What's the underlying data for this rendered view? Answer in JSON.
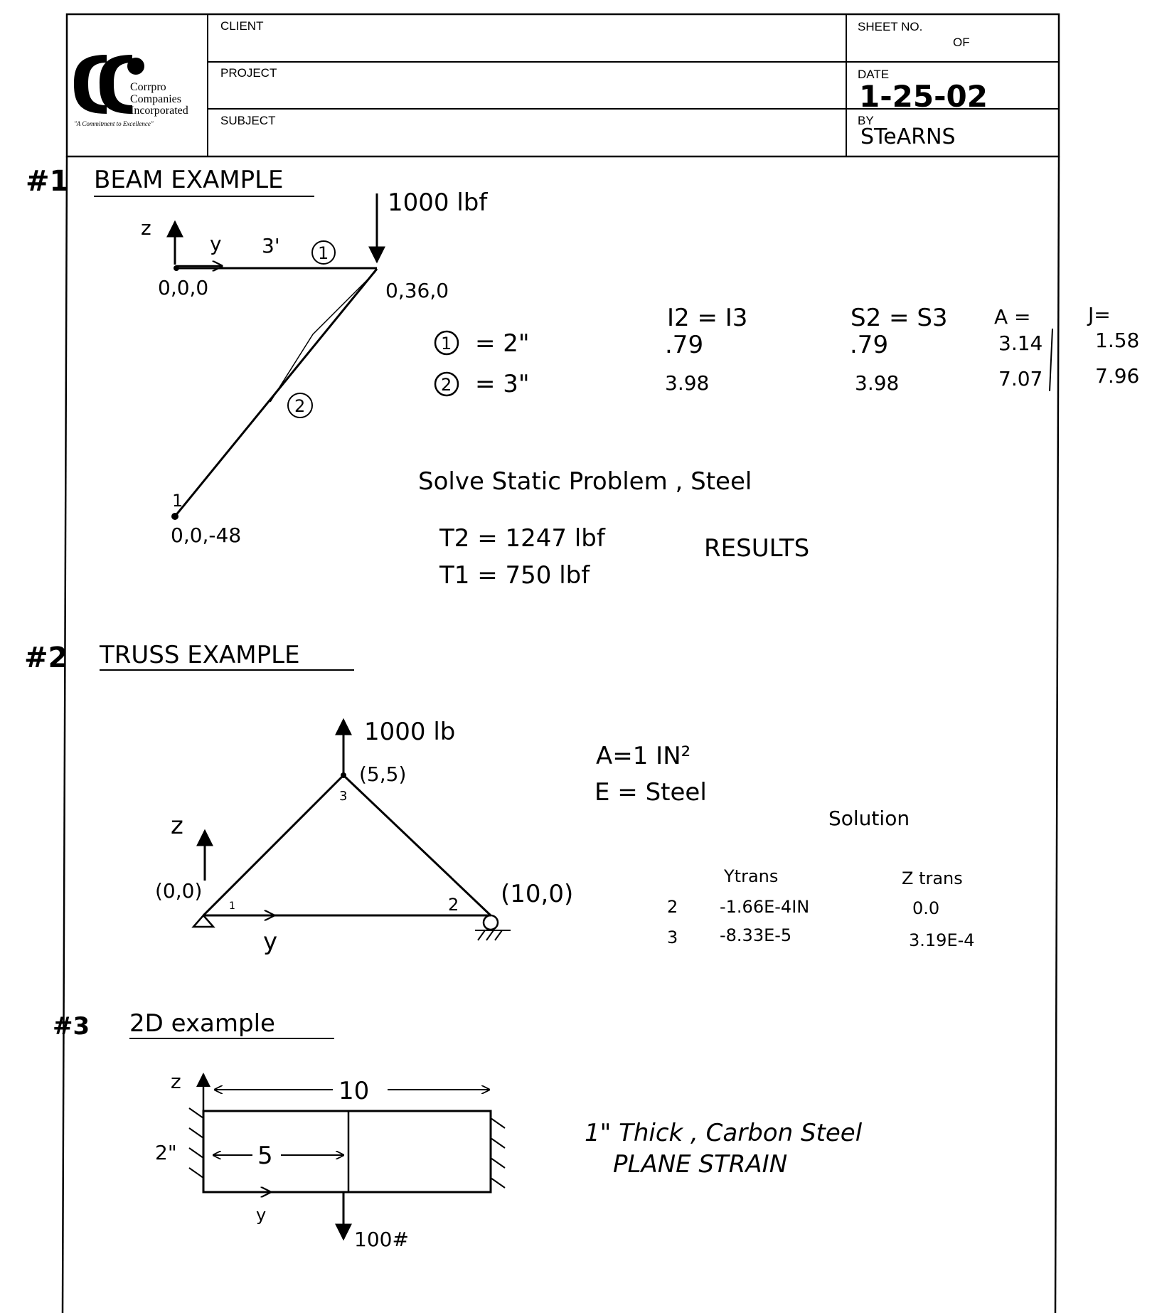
{
  "header": {
    "client_label": "CLIENT",
    "project_label": "PROJECT",
    "subject_label": "SUBJECT",
    "sheet_no_label": "SHEET NO.",
    "of_label": "OF",
    "date_label": "DATE",
    "date_value": "1-25-02",
    "by_label": "BY",
    "by_value": "STeARNS"
  },
  "logo": {
    "line1": "Corrpro",
    "line2": "Companies",
    "line3": "Incorporated",
    "tagline": "\"A Commitment to Excellence\""
  },
  "example1": {
    "number": "#1",
    "title": "BEAM EXAMPLE",
    "load": "1000 lbf",
    "axis_z": "z",
    "axis_y": "y",
    "length": "3'",
    "member1_tag": "1",
    "member2_tag": "2",
    "node_origin": "0,0,0",
    "node_tip": "0,36,0",
    "node_base_num": "1",
    "node_base": "0,0,-48",
    "prop_i": "I2 = I3",
    "prop_s": "S2 = S3",
    "prop_a": "A =",
    "prop_j": "J=",
    "row1_eq": "= 2\"",
    "row1_i": ".79",
    "row1_s": ".79",
    "row1_a": "3.14",
    "row1_j": "1.58",
    "row2_eq": "= 3\"",
    "row2_i": "3.98",
    "row2_s": "3.98",
    "row2_a": "7.07",
    "row2_j": "7.96",
    "solve": "Solve Static Problem , Steel",
    "t2": "T2 = 1247 lbf",
    "t1": "T1 = 750 lbf",
    "results": "RESULTS"
  },
  "example2": {
    "number": "#2",
    "title": "TRUSS EXAMPLE",
    "load": "1000 lb",
    "apex": "(5,5)",
    "node3": "3",
    "axis_z": "z",
    "axis_y": "y",
    "left_node": "(0,0)",
    "node1": "1",
    "node2": "2",
    "right_node": "(10,0)",
    "area": "A=1 IN²",
    "material": "E = Steel",
    "solution": "Solution",
    "col_y": "Ytrans",
    "col_z": "Z trans",
    "rows": [
      {
        "node": "2",
        "y": "-1.66E-4IN",
        "z": "0.0"
      },
      {
        "node": "3",
        "y": "-8.33E-5",
        "z": "3.19E-4"
      }
    ]
  },
  "example3": {
    "number": "#3",
    "title": "2D example",
    "axis_z": "z",
    "axis_y": "y",
    "width": "10",
    "half": "5",
    "height": "2\"",
    "load": "100#",
    "note1": "1\" Thick , Carbon Steel",
    "note2": "PLANE STRAIN"
  }
}
